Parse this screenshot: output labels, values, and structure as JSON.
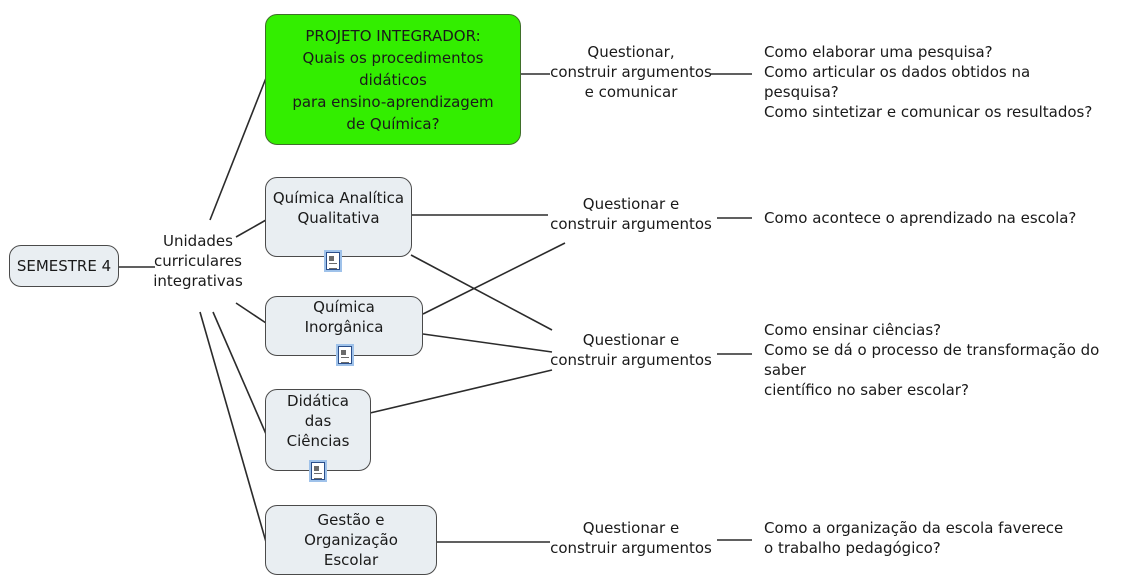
{
  "root": {
    "label": "SEMESTRE 4"
  },
  "hub": {
    "label": "Unidades\ncurriculares\nintegrativas"
  },
  "disciplines": [
    {
      "label": "PROJETO INTEGRADOR:\nQuais os procedimentos didáticos\npara ensino-aprendizagem\nde Química?",
      "color": "#33ee00"
    },
    {
      "label": "Química Analítica\nQualitativa"
    },
    {
      "label": "Química Inorgânica"
    },
    {
      "label": "Didática\ndas Ciências"
    },
    {
      "label": "Gestão e Organização\nEscolar"
    }
  ],
  "competencies": [
    {
      "label": "Questionar,\nconstruir argumentos\ne comunicar"
    },
    {
      "label": "Questionar e\nconstruir argumentos"
    },
    {
      "label": "Questionar e\nconstruir argumentos"
    },
    {
      "label": "Questionar e\nconstruir argumentos"
    }
  ],
  "questions": [
    {
      "text": "Como elaborar uma pesquisa?\nComo articular os dados obtidos na pesquisa?\nComo sintetizar e comunicar os resultados?"
    },
    {
      "text": "Como acontece o aprendizado na escola?"
    },
    {
      "text": "Como ensinar ciências?\nComo se dá o processo de transformação do saber\ncientífico no saber escolar?"
    },
    {
      "text": "Como a organização da escola faverece\no trabalho pedagógico?"
    }
  ],
  "icons": {
    "document": "document-resource-icon"
  }
}
